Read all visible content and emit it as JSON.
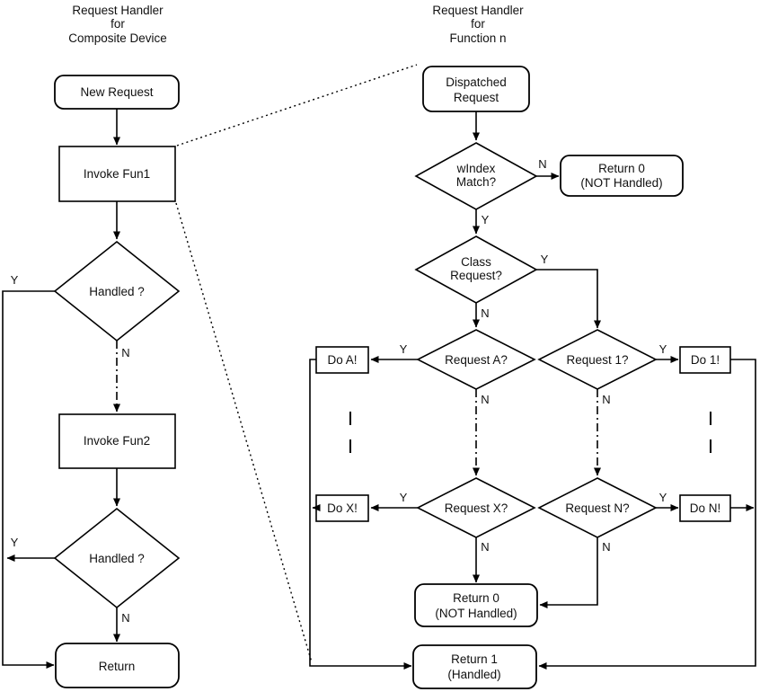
{
  "left_chart": {
    "title": [
      "Request Handler",
      "for",
      "Composite Device"
    ],
    "nodes": {
      "new_request": "New Request",
      "invoke_fun1": "Invoke Fun1",
      "handled_1": "Handled ?",
      "invoke_fun2": "Invoke Fun2",
      "handled_2": "Handled ?",
      "return": "Return"
    },
    "branch_labels": {
      "handled_1_yes": "Y",
      "handled_1_no": "N",
      "handled_2_yes": "Y",
      "handled_2_no": "N"
    }
  },
  "right_chart": {
    "title": [
      "Request Handler",
      "for",
      "Function n"
    ],
    "nodes": {
      "dispatched_request": [
        "Dispatched",
        "Request"
      ],
      "windex_match": [
        "wIndex",
        "Match?"
      ],
      "return_0_top": [
        "Return 0",
        "(NOT Handled)"
      ],
      "class_request": [
        "Class",
        "Request?"
      ],
      "request_a": "Request A?",
      "do_a": "Do A!",
      "request_1": "Request 1?",
      "do_1": "Do 1!",
      "request_x": "Request X?",
      "do_x": "Do X!",
      "request_n": "Request N?",
      "do_n": "Do N!",
      "return_0_bottom": [
        "Return 0",
        "(NOT Handled)"
      ],
      "return_1": [
        "Return 1",
        "(Handled)"
      ]
    },
    "branch_labels": {
      "windex_no": "N",
      "windex_yes": "Y",
      "class_yes": "Y",
      "class_no": "N",
      "request_a_yes": "Y",
      "request_a_no": "N",
      "request_1_yes": "Y",
      "request_1_no": "N",
      "request_x_yes": "Y",
      "request_x_no": "N",
      "request_n_yes": "Y",
      "request_n_no": "N"
    }
  },
  "colors": {
    "stroke": "#000000",
    "text": "#111111",
    "background": "#ffffff"
  }
}
